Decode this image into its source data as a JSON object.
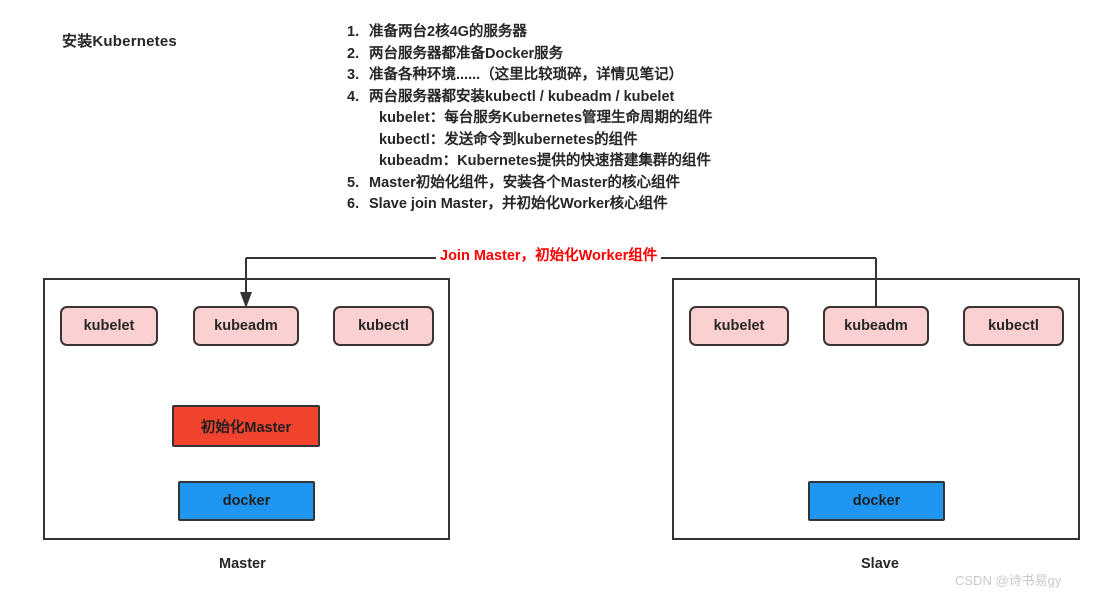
{
  "title": "安装Kubernetes",
  "steps": [
    {
      "num": "1.",
      "text": "准备两台2核4G的服务器",
      "sub": []
    },
    {
      "num": "2.",
      "text": "两台服务器都准备Docker服务",
      "sub": []
    },
    {
      "num": "3.",
      "text": "准备各种环境......（这里比较琐碎，详情见笔记）",
      "sub": []
    },
    {
      "num": "4.",
      "text": "两台服务器都安装kubectl / kubeadm / kubelet",
      "sub": [
        "kubelet：每台服务Kubernetes管理生命周期的组件",
        "kubectl：发送命令到kubernetes的组件",
        "kubeadm：Kubernetes提供的快速搭建集群的组件"
      ]
    },
    {
      "num": "5.",
      "text": "Master初始化组件，安装各个Master的核心组件",
      "sub": []
    },
    {
      "num": "6.",
      "text": "Slave join Master，并初始化Worker核心组件",
      "sub": []
    }
  ],
  "connector": {
    "label": "Join Master，初始化Worker组件",
    "label_color": "#ff0000",
    "line_color": "#333333"
  },
  "hosts": {
    "master": {
      "label": "Master",
      "components": [
        {
          "id": "kubelet",
          "label": "kubelet",
          "color": "#fbd0d0"
        },
        {
          "id": "kubeadm",
          "label": "kubeadm",
          "color": "#fbd0d0"
        },
        {
          "id": "kubectl",
          "label": "kubectl",
          "color": "#fbd0d0"
        }
      ],
      "init_box": {
        "label": "初始化Master",
        "color": "#f2432f"
      },
      "docker_box": {
        "label": "docker",
        "color": "#2096f3"
      }
    },
    "slave": {
      "label": "Slave",
      "components": [
        {
          "id": "kubelet",
          "label": "kubelet",
          "color": "#fbd0d0"
        },
        {
          "id": "kubeadm",
          "label": "kubeadm",
          "color": "#fbd0d0"
        },
        {
          "id": "kubectl",
          "label": "kubectl",
          "color": "#fbd0d0"
        }
      ],
      "docker_box": {
        "label": "docker",
        "color": "#2096f3"
      }
    }
  },
  "watermark": "CSDN @诗书易gy"
}
